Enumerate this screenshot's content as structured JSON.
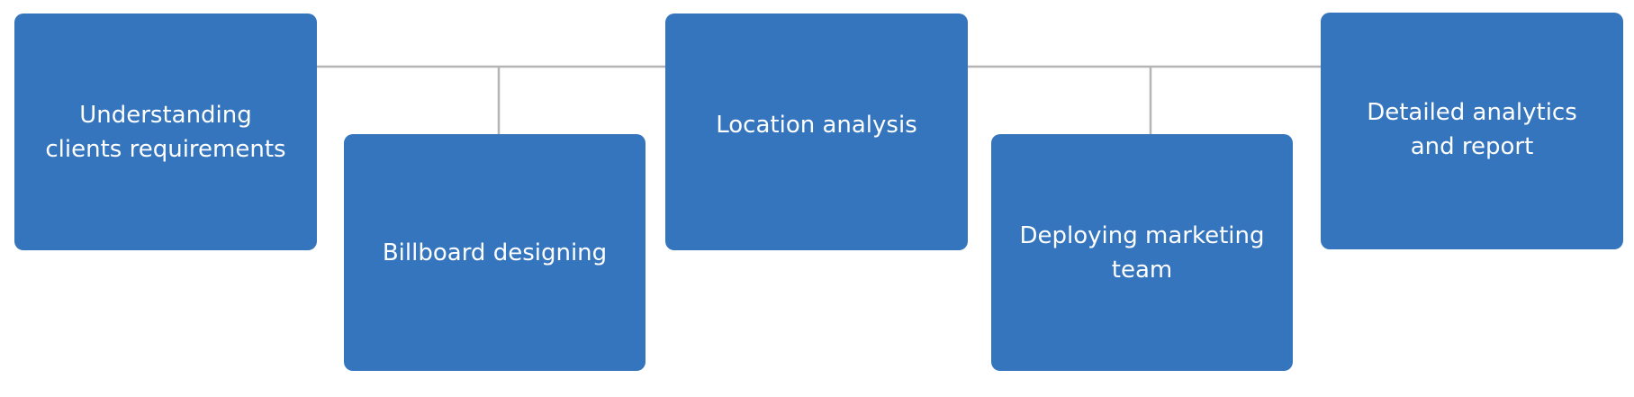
{
  "steps": [
    {
      "label": "Understanding\nclients requirements"
    },
    {
      "label": "Billboard designing"
    },
    {
      "label": "Location analysis"
    },
    {
      "label": "Deploying marketing\nteam"
    },
    {
      "label": "Detailed analytics\nand report"
    }
  ],
  "colors": {
    "box_fill": "#3575bd",
    "box_text": "#ffffff",
    "connector": "#b5b5b5"
  }
}
